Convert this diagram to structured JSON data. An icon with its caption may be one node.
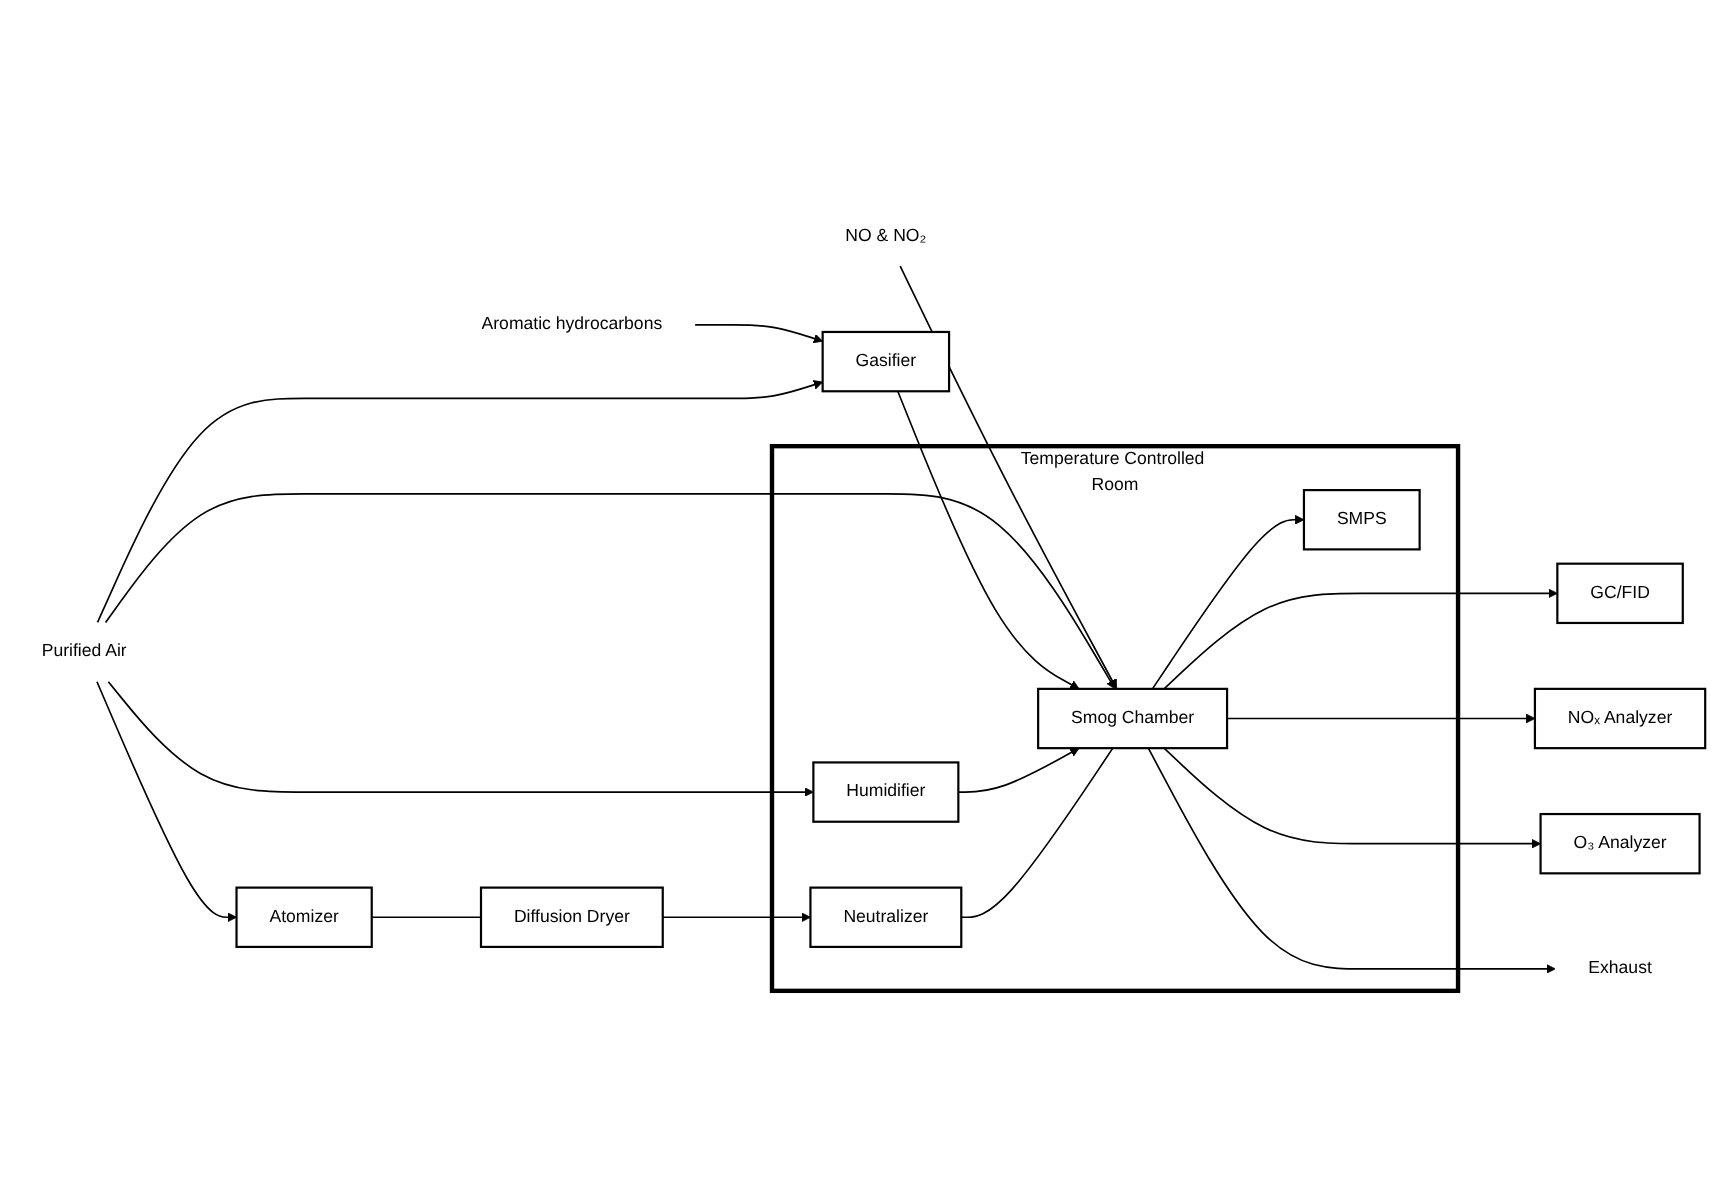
{
  "diagram": {
    "nodes": [
      {
        "text": [
          "Temperature Controlled Room"
        ]
      },
      {
        "text": [
          "Smog Chamber"
        ],
        "in": 0
      },
      {
        "text": [
          "SMPS"
        ],
        "in": 0
      },
      {
        "text": [
          "Neutralizer"
        ],
        "in": 0
      },
      {
        "text": [
          "Humidifier"
        ],
        "in": 0
      },
      {
        "text": [
          "GC/FID"
        ]
      },
      {
        "text": [
          "NOₓ Analyzer"
        ]
      },
      {
        "text": [
          "O₃ Analyzer"
        ]
      },
      {
        "text": [
          "Exhaust"
        ]
      },
      {
        "text": [
          "NO & NO₂"
        ]
      },
      {
        "text": [
          "Gasifier"
        ]
      },
      {
        "text": [
          "Aromatic hydrocarbons"
        ]
      },
      {
        "text": [
          "Diffusion Dryer"
        ]
      },
      {
        "text": [
          "Atomizer"
        ]
      },
      {
        "text": [
          "Purified Air"
        ]
      }
    ],
    "edges": [
      {
        "from": 1,
        "to": 5,
        "arrow": "to"
      },
      {
        "from": 1,
        "to": 6,
        "arrow": "to"
      },
      {
        "from": 1,
        "to": 7,
        "arrow": "to"
      },
      {
        "from": 1,
        "to": 2,
        "arrow": "to"
      },
      {
        "from": 1,
        "to": 8,
        "arrow": "to"
      },
      {
        "from": 9,
        "to": 1,
        "arrow": "to"
      },
      {
        "from": 14,
        "to": 1,
        "arrow": "to"
      },
      {
        "from": 10,
        "to": 1,
        "arrow": "to"
      },
      {
        "from": 11,
        "to": 10,
        "arrow": "to"
      },
      {
        "from": 14,
        "to": 10,
        "arrow": "to"
      },
      {
        "from": 4,
        "to": 1,
        "arrow": "to"
      },
      {
        "from": 14,
        "to": 4,
        "arrow": "to"
      },
      {
        "from": 14,
        "to": 13,
        "arrow": "to"
      },
      {
        "from": 13,
        "to": 12,
        "arrow": "none"
      },
      {
        "from": 12,
        "to": 3,
        "arrow": "to"
      },
      {
        "from": 3,
        "to": 1,
        "arrow": "none"
      }
    ]
  }
}
